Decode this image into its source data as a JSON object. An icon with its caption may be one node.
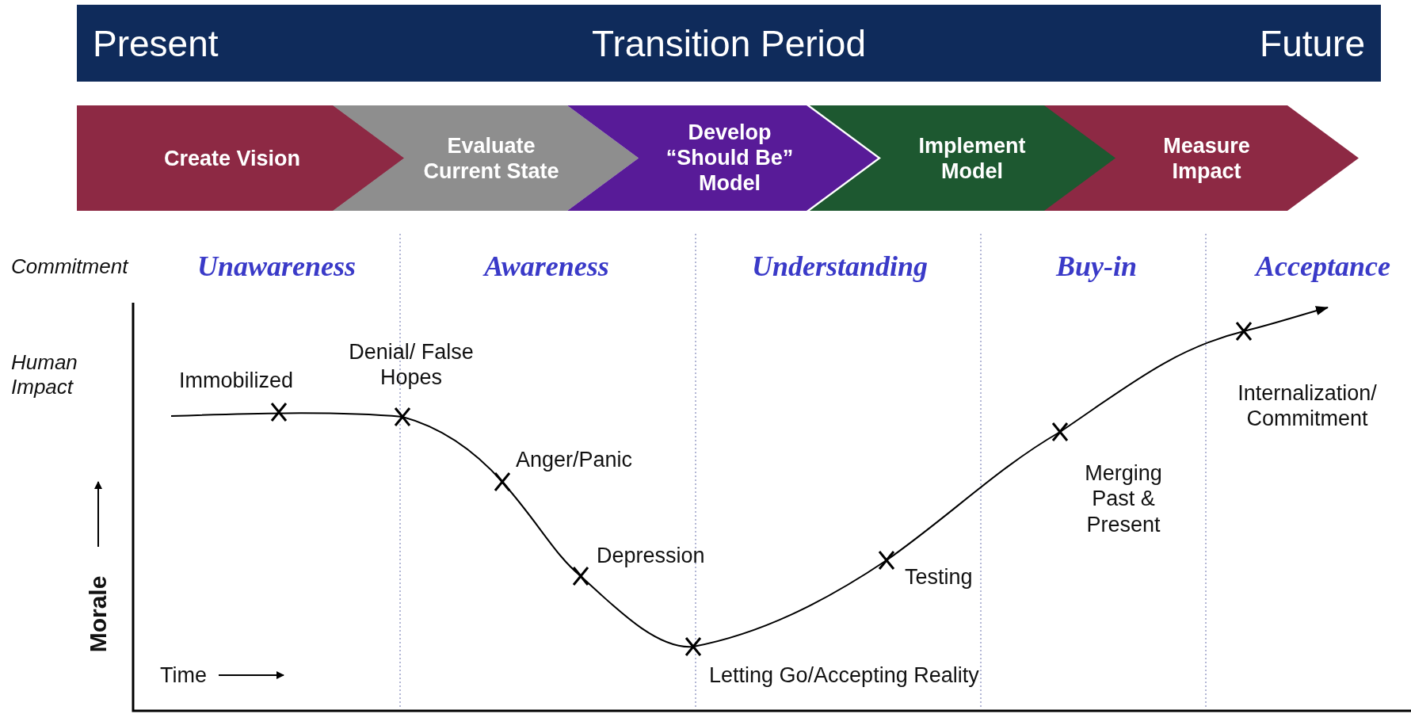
{
  "diagram": {
    "nodes": [
      {
        "text": [
          "Present",
          "Transition Period",
          "Future"
        ]
      },
      {
        "text": [
          "Create Vision"
        ]
      },
      {
        "text": [
          "Evaluate Current State"
        ]
      },
      {
        "text": [
          "Develop “Should Be” Model"
        ]
      },
      {
        "text": [
          "Implement Model"
        ]
      },
      {
        "text": [
          "Measure Impact"
        ]
      }
    ],
    "edges": [],
    "labels": [
      "Commitment",
      "Unawareness",
      "Awareness",
      "Understanding",
      "Buy-in",
      "Acceptance",
      "Human Impact",
      "Denial/ False Hopes",
      "Immobilized",
      "Internalization/ Commitment",
      "Anger/Panic",
      "Merging Past & Present",
      "Depression",
      "Testing",
      "Morale",
      "Time",
      "Letting Go/Accepting Reality"
    ]
  }
}
